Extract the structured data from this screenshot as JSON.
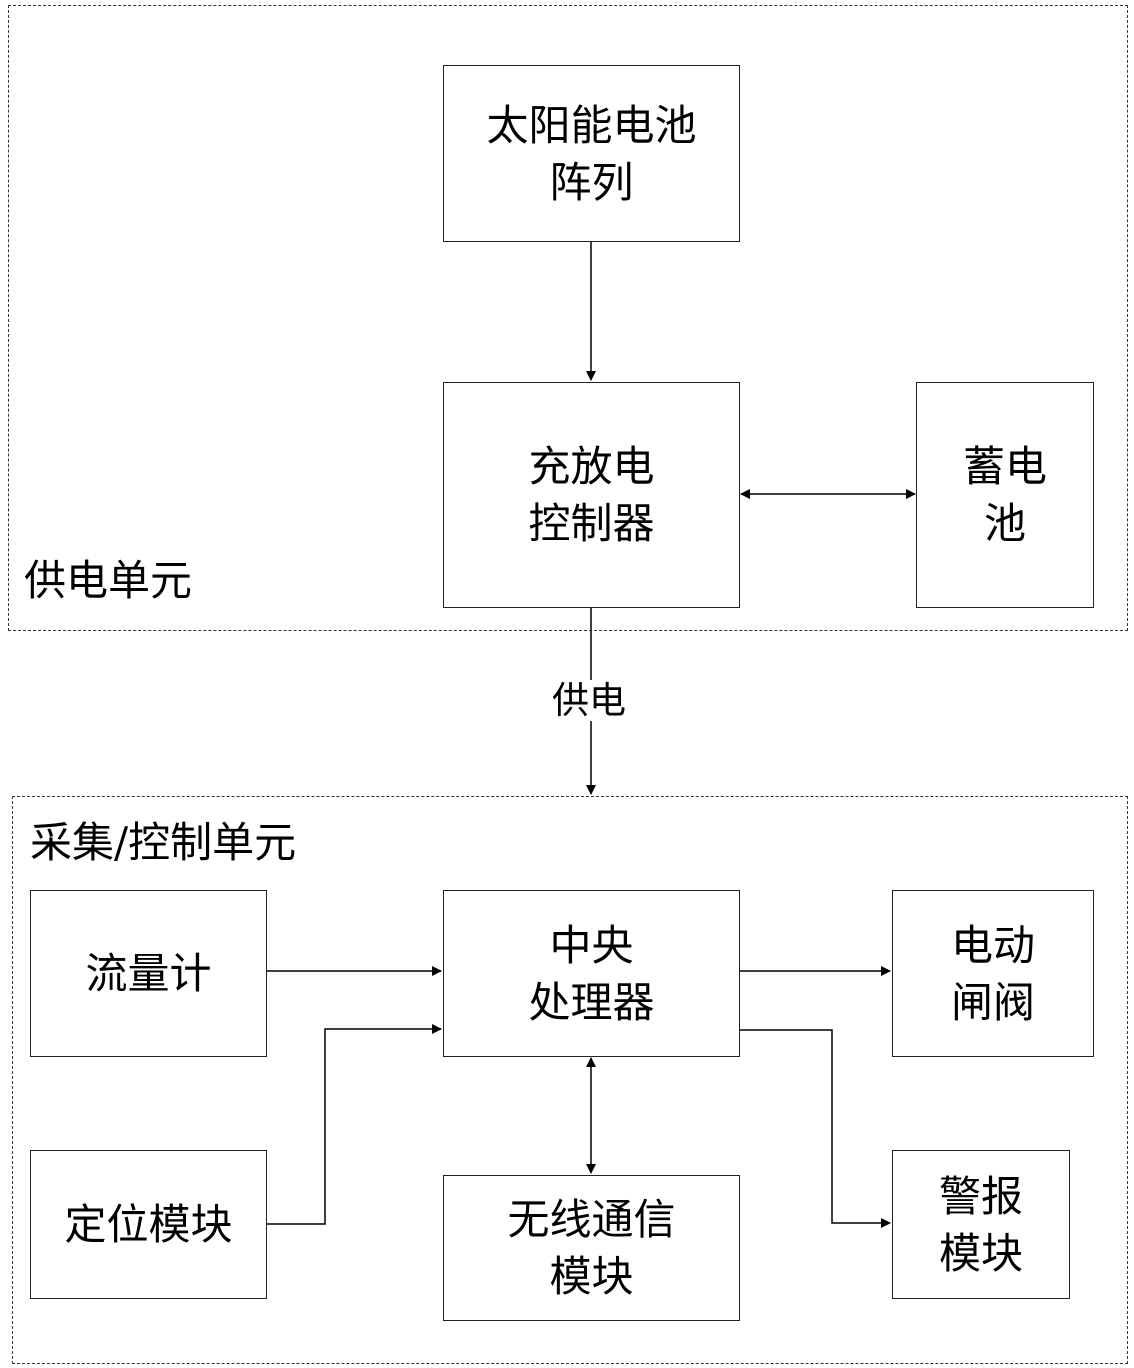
{
  "groups": {
    "power_unit": "供电单元",
    "acq_unit": "采集/控制单元"
  },
  "nodes": {
    "solar": "太阳能电池\n阵列",
    "controller": "充放电\n控制器",
    "battery": "蓄电\n池",
    "flowmeter": "流量计",
    "cpu": "中央\n处理器",
    "valve": "电动\n闸阀",
    "gps": "定位模块",
    "wireless": "无线通信\n模块",
    "alarm": "警报\n模块"
  },
  "edges": {
    "power_supply_label": "供电"
  }
}
